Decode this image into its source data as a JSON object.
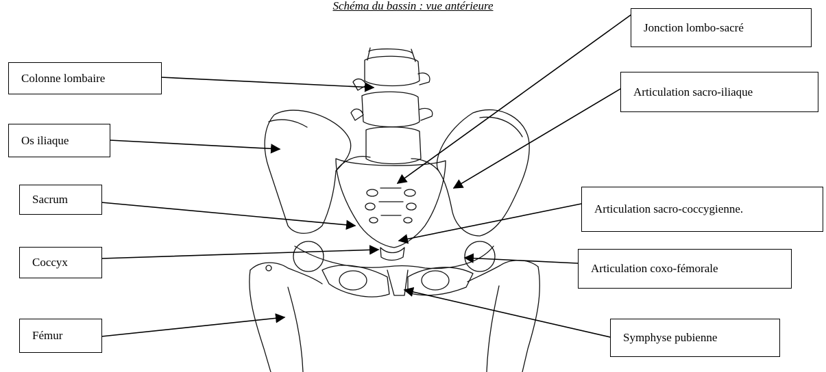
{
  "title": "Schéma du bassin : vue antérieure",
  "labels": {
    "colonne": "Colonne lombaire",
    "iliaque": "Os iliaque",
    "sacrum": "Sacrum",
    "coccyx": "Coccyx",
    "femur": "Fémur",
    "jonction": "Jonction lombo-sacré",
    "sacro_iliaque": "Articulation sacro-iliaque",
    "sacro_coccygienne": "Articulation sacro-coccygienne.",
    "coxo_femorale": "Articulation coxo-fémorale",
    "symphyse": "Symphyse pubienne"
  }
}
